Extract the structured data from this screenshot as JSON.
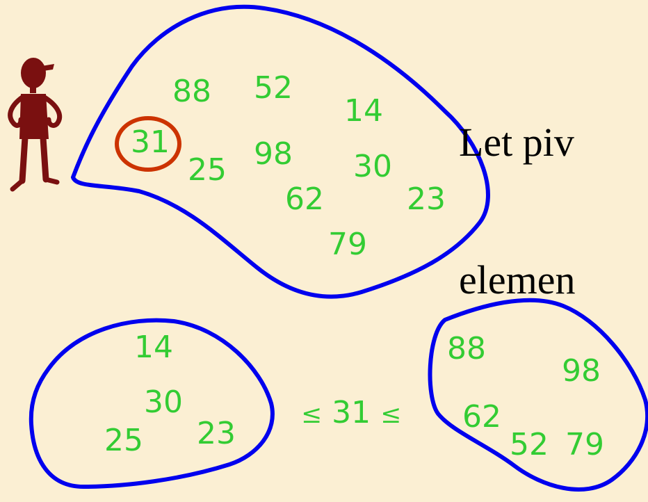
{
  "heading": {
    "line1": "Let piv",
    "line2": "elemen"
  },
  "original_set": {
    "values": [
      "88",
      "52",
      "14",
      "31",
      "25",
      "98",
      "30",
      "62",
      "23",
      "79"
    ],
    "pivot": "31"
  },
  "left_partition": {
    "values": [
      "14",
      "30",
      "25",
      "23"
    ]
  },
  "relation": {
    "le_left": "≤",
    "pivot": "31",
    "le_right": "≤"
  },
  "right_partition": {
    "values": [
      "88",
      "98",
      "62",
      "52",
      "79"
    ]
  },
  "colors": {
    "background": "#FBEFD3",
    "number_green": "#33CC33",
    "outline_blue": "#0000EE",
    "pivot_circle": "#CC3300",
    "figure_maroon": "#7A1010",
    "heading_text": "#000000"
  },
  "figure": {
    "icon": "cartoon-person-figure"
  }
}
